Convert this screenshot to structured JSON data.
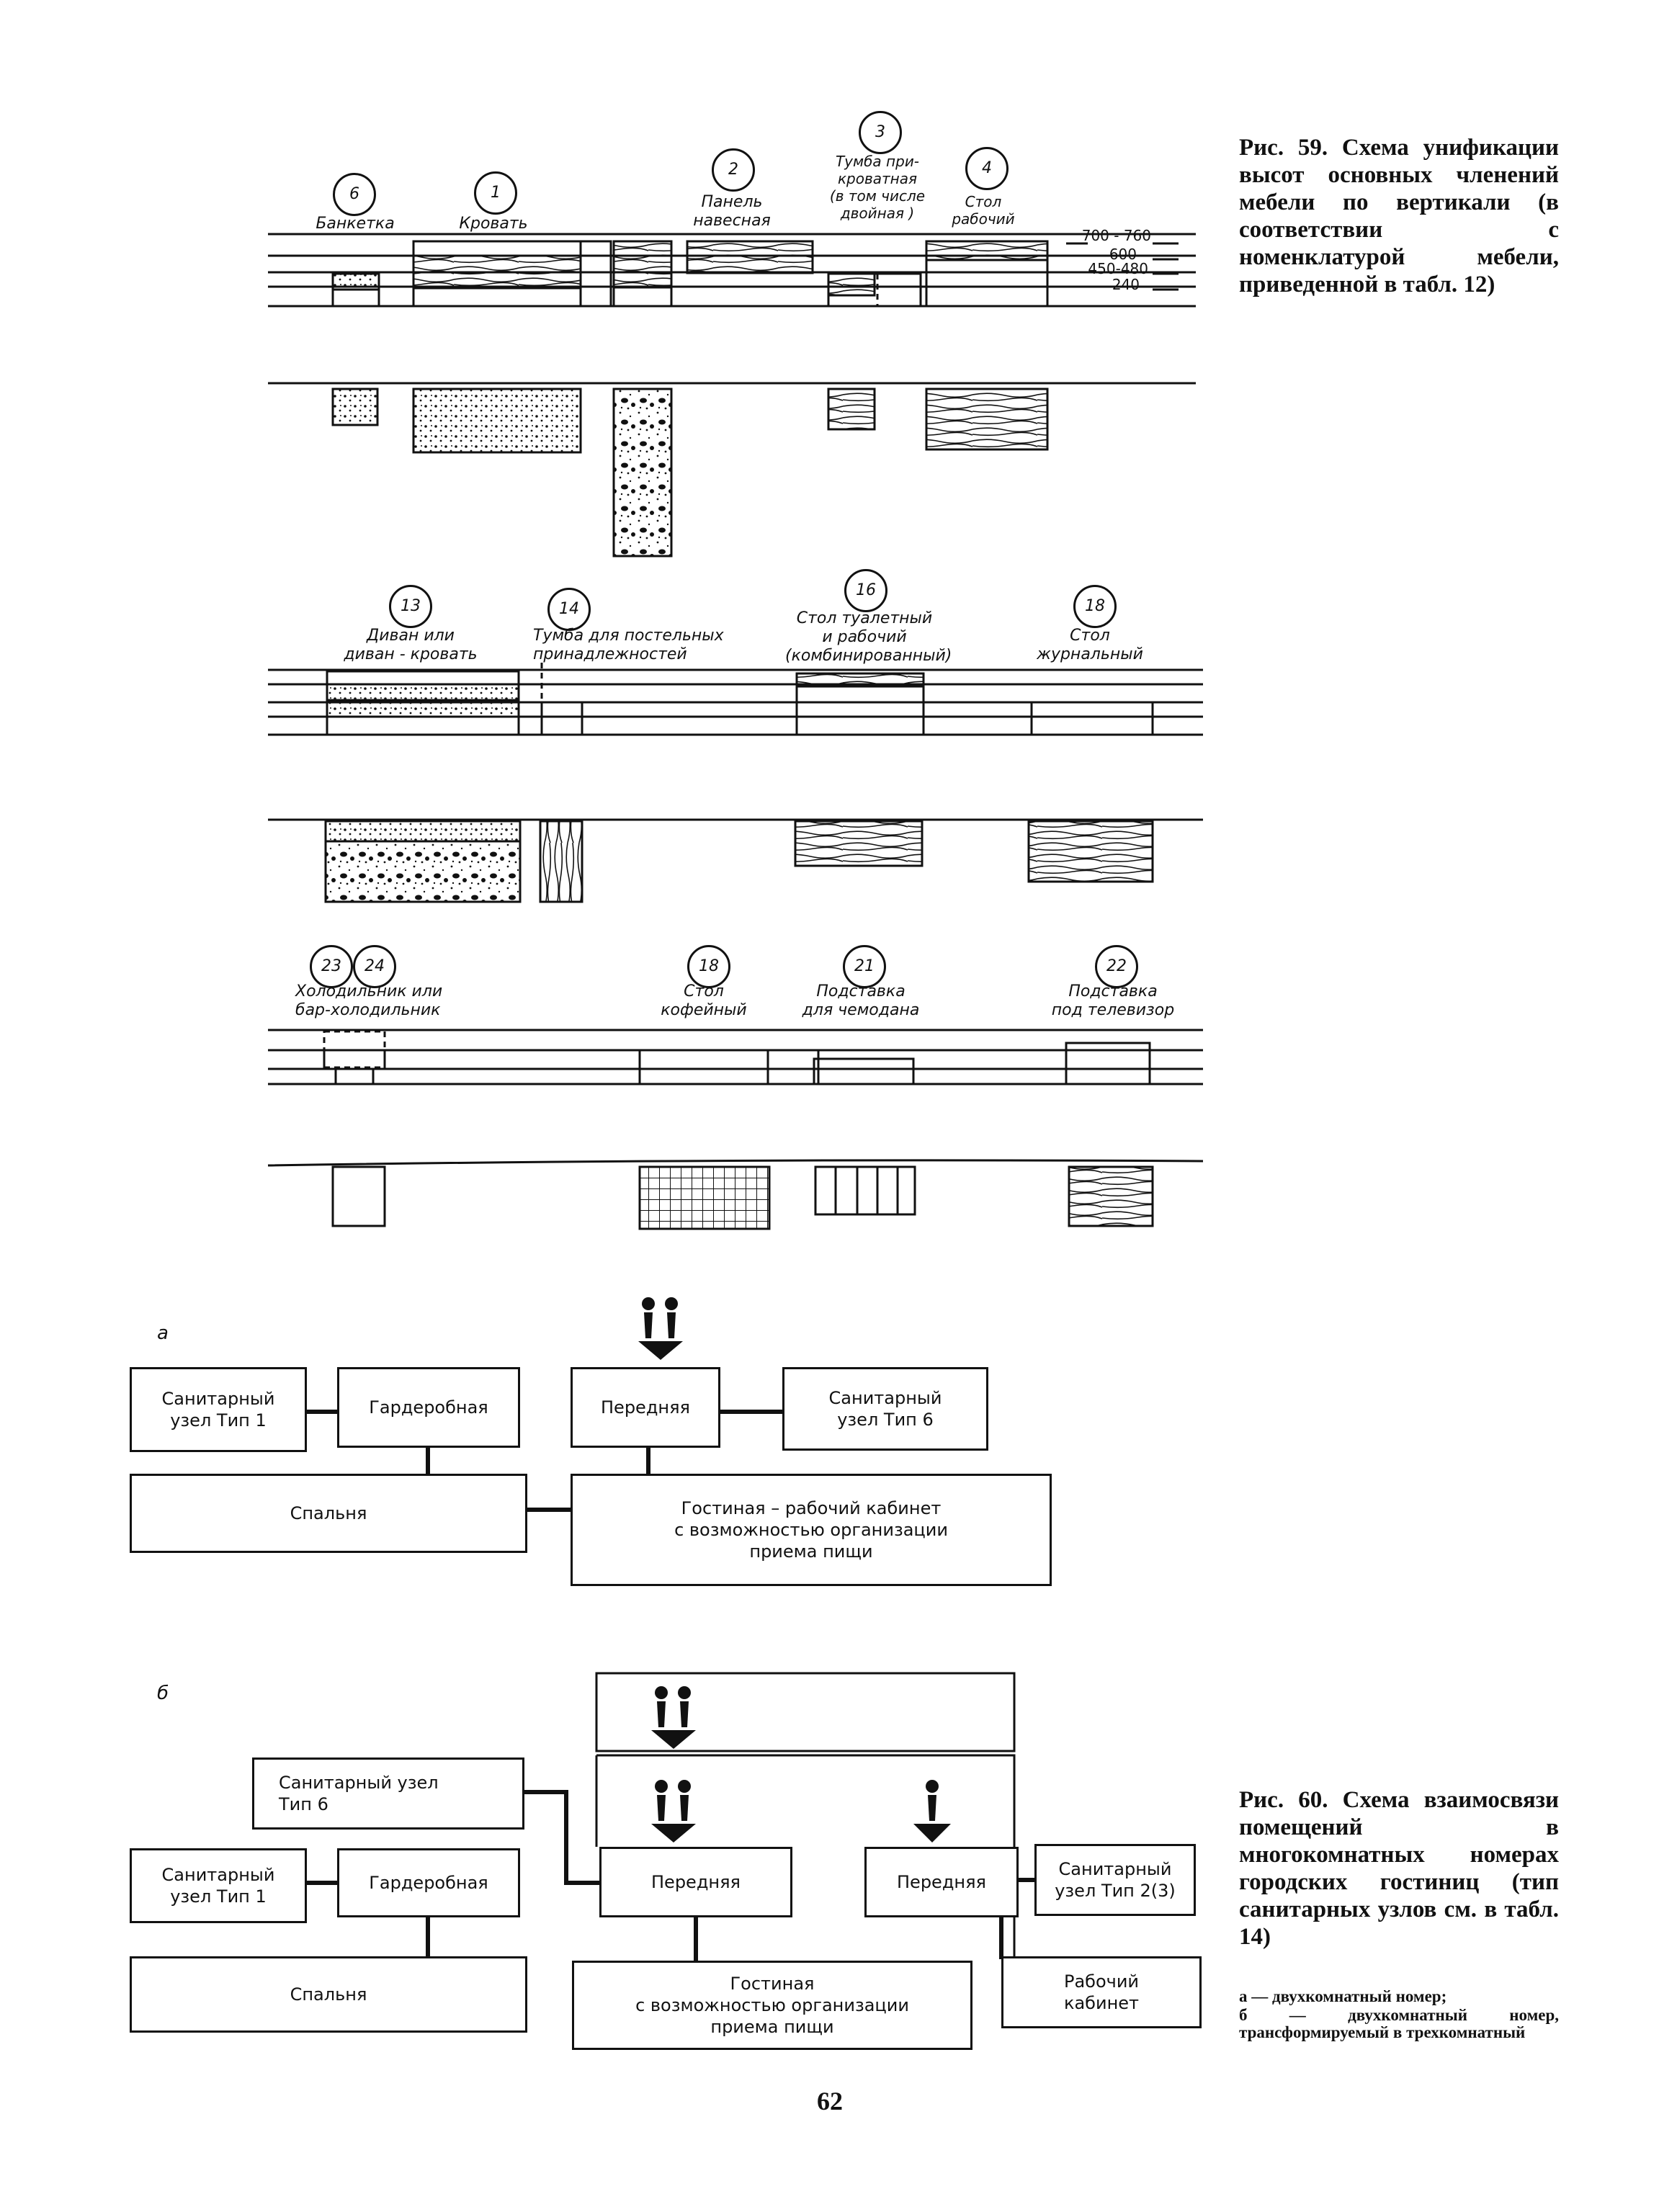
{
  "fig59": {
    "caption": "Рис. 59. Схема унификации высот основных членений мебели по вертикали (в соответствии с номенклатурой мебели, приведенной в табл. 12)",
    "height_labels": [
      "700 - 760",
      "600",
      "450-480",
      "240"
    ],
    "row1": [
      {
        "num": "6",
        "label": "Банкетка"
      },
      {
        "num": "1",
        "label": "Кровать"
      },
      {
        "num": "2",
        "label": "Панель\nнавесная"
      },
      {
        "num": "3",
        "label": "Тумба при-\nкроватная\n(в том числе\nдвойная )"
      },
      {
        "num": "4",
        "label": "Стол\nрабочий"
      }
    ],
    "row2": [
      {
        "num": "13",
        "label": "Диван или\nдиван - кровать"
      },
      {
        "num": "14",
        "label": "Тумба для постельных\nпринадлежностей"
      },
      {
        "num": "16",
        "label": "Стол туалетный\nи рабочий\n(комбинированный)"
      },
      {
        "num": "18",
        "label": "Стол\nжурнальный"
      }
    ],
    "row3": [
      {
        "num": "23",
        "num2": "24",
        "label": "Холодильник или\nбар-холодильник"
      },
      {
        "num": "18",
        "label": "Стол\nкофейный"
      },
      {
        "num": "21",
        "label": "Подставка\nдля чемодана"
      },
      {
        "num": "22",
        "label": "Подставка\nпод телевизор"
      }
    ]
  },
  "fig60": {
    "caption": "Рис. 60. Схема взаимосвязи помещений в многокомнатных номерах городских гостиниц (тип санитарных узлов см. в табл. 14)",
    "legend_a": "а — двухкомнатный номер;",
    "legend_b": "б — двухкомнатный номер, трансформируемый в трехкомнатный",
    "part_a": {
      "letter": "а",
      "san1": "Санитарный\nузел   Тип 1",
      "wardrobe": "Гардеробная",
      "hall": "Передняя",
      "san6": "Санитарный\nузел   Тип 6",
      "bedroom": "Спальня",
      "living": "Гостиная – рабочий кабинет\nс возможностью организации\nприема пищи"
    },
    "part_b": {
      "letter": "б",
      "san6": "Санитарный узел\nТип 6",
      "san1": "Санитарный\nузел   Тип 1",
      "wardrobe": "Гардеробная",
      "hall1": "Передняя",
      "hall2": "Передняя",
      "san2": "Санитарный\nузел   Тип 2(3)",
      "study": "Рабочий\nкабинет",
      "bedroom": "Спальня",
      "living": "Гостиная\nс возможностью организации\nприема пищи"
    }
  },
  "page_number": "62",
  "colors": {
    "ink": "#111111",
    "paper": "#ffffff"
  }
}
